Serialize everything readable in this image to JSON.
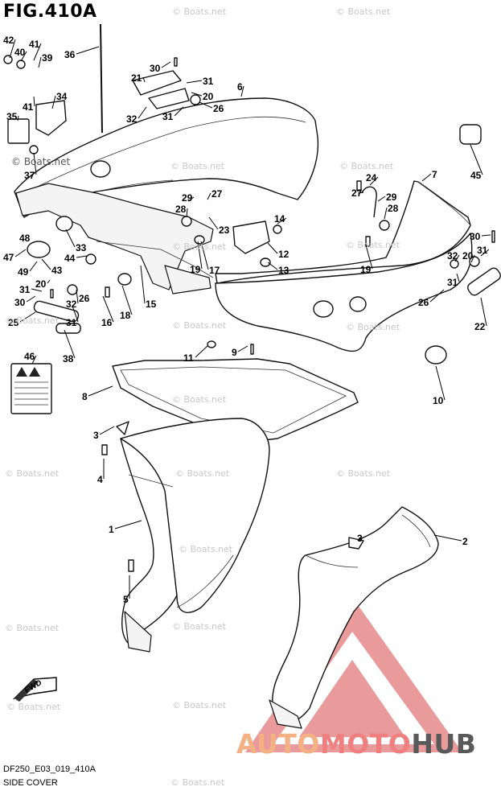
{
  "figure": {
    "title": "FIG.410A",
    "code": "DF250_E03_019_410A",
    "subtitle": "SIDE COVER",
    "fwd_label": "FWD"
  },
  "watermarks": [
    "© Boats.net",
    "© Boats.net",
    "© Boats.net",
    "© Boats.net",
    "© Boats.net",
    "© Boats.net",
    "© Boats.net",
    "© Boats.net",
    "© Boats.net",
    "© Boats.net",
    "© Boats.net",
    "© Boats.net",
    "© Boats.net",
    "© Boats.net",
    "© Boats.net",
    "© Boats.net",
    "© Boats.net",
    "© Boats.net",
    "© Boats.net",
    "© Boats.net"
  ],
  "logo": {
    "part1": "AUTO",
    "part2": "MOTO",
    "part3": "HUB"
  },
  "callouts": [
    "42",
    "40",
    "41",
    "39",
    "36",
    "34",
    "35",
    "41",
    "37",
    "30",
    "21",
    "31",
    "20",
    "31",
    "32",
    "26",
    "6",
    "45",
    "24",
    "27",
    "29",
    "28",
    "7",
    "29",
    "28",
    "27",
    "23",
    "14",
    "12",
    "13",
    "48",
    "33",
    "47",
    "44",
    "49",
    "43",
    "19",
    "17",
    "15",
    "20",
    "31",
    "32",
    "26",
    "30",
    "18",
    "16",
    "25",
    "31",
    "38",
    "30",
    "31",
    "32",
    "20",
    "31",
    "26",
    "22",
    "19",
    "46",
    "11",
    "9",
    "10",
    "8",
    "3",
    "4",
    "1",
    "5",
    "3",
    "2"
  ],
  "label_lines": [
    "",
    "",
    "",
    "",
    "",
    "",
    ""
  ]
}
